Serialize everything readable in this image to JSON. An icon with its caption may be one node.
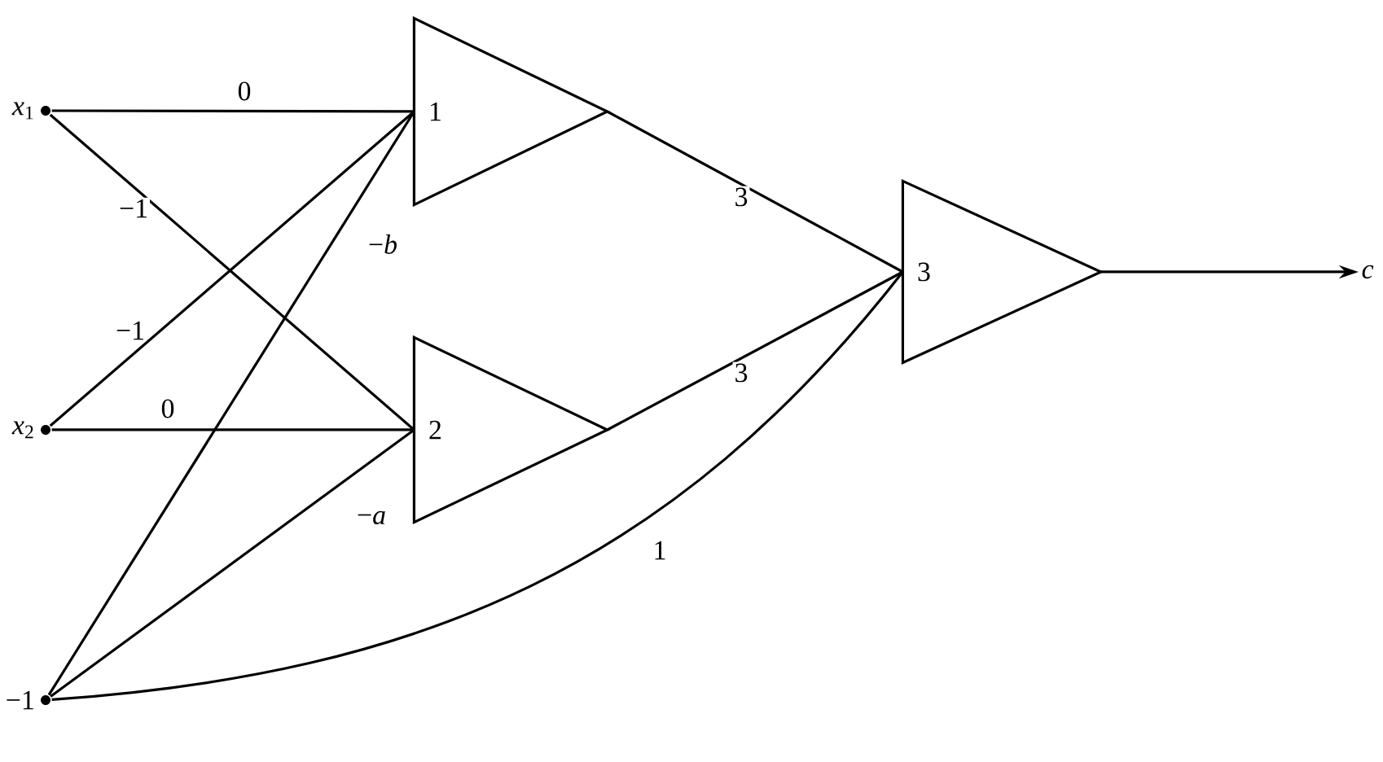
{
  "diagram": {
    "nodes": [
      {
        "text": [
          "*x*$_{1}$"
        ]
      },
      {
        "text": [
          "*x*$_{2}$"
        ]
      },
      {
        "text": [
          "−1"
        ]
      },
      {
        "text": [
          "1"
        ]
      },
      {
        "text": [
          "2"
        ]
      },
      {
        "text": [
          "3"
        ]
      },
      {
        "text": [
          "*c*"
        ]
      }
    ],
    "edges": [
      {
        "from": 0,
        "to": 3,
        "arrow": "none",
        "label": "0"
      },
      {
        "from": 0,
        "to": 4,
        "arrow": "none",
        "label": "−1"
      },
      {
        "from": 1,
        "to": 3,
        "arrow": "none",
        "label": "−1"
      },
      {
        "from": 1,
        "to": 4,
        "arrow": "none",
        "label": "0"
      },
      {
        "from": 2,
        "to": 3,
        "arrow": "none",
        "label": "−*b*"
      },
      {
        "from": 2,
        "to": 4,
        "arrow": "none",
        "label": "−*a*"
      },
      {
        "from": 3,
        "to": 5,
        "arrow": "none",
        "label": "3"
      },
      {
        "from": 4,
        "to": 5,
        "arrow": "none",
        "label": "3"
      },
      {
        "from": 2,
        "to": 5,
        "arrow": "none",
        "label": "1"
      },
      {
        "from": 5,
        "to": 6,
        "arrow": "to"
      }
    ]
  }
}
